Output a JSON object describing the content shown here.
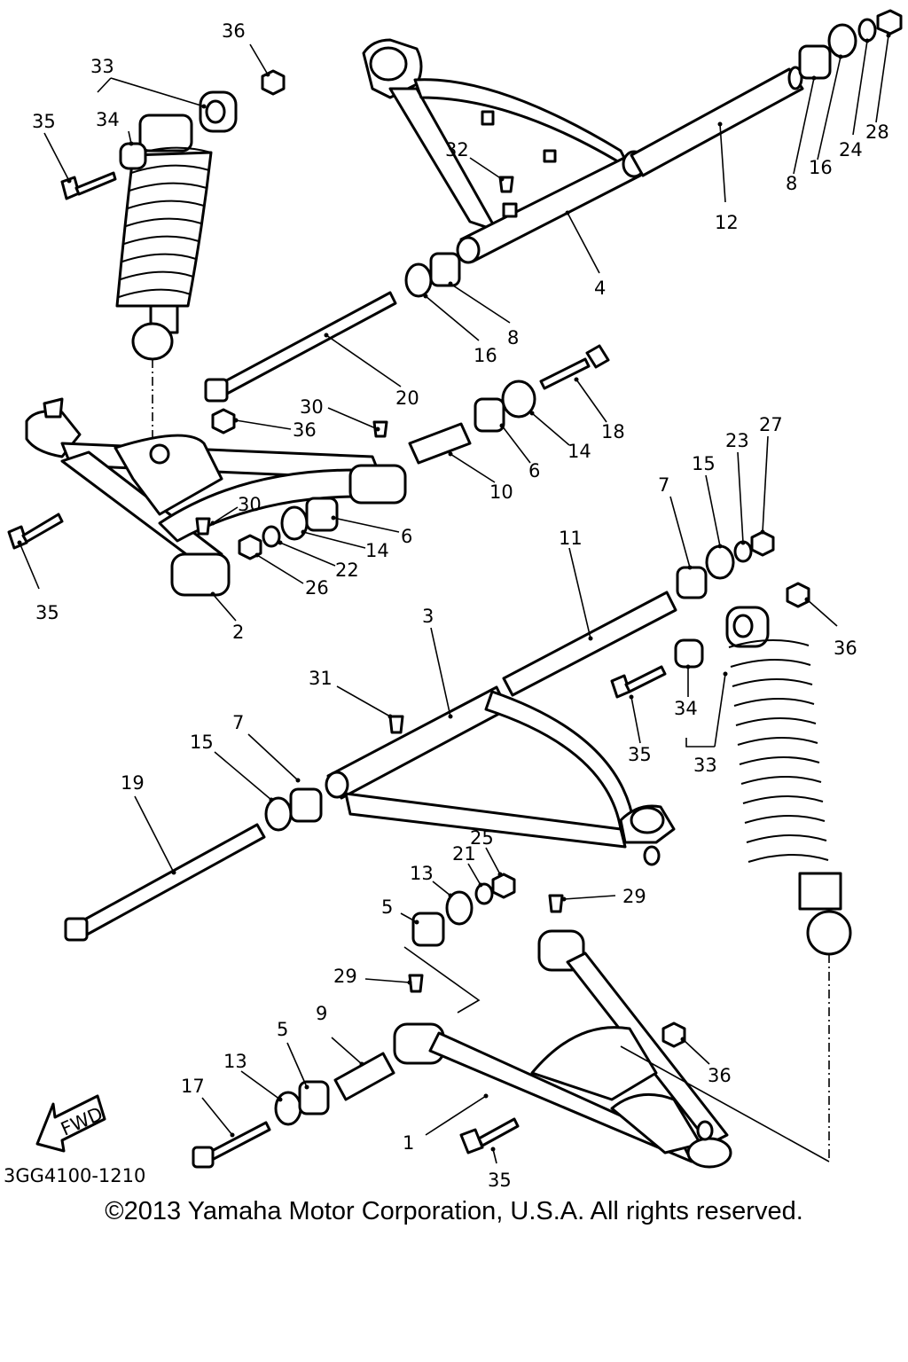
{
  "diagram": {
    "drawing_code": "3GG4100-1210",
    "direction_label": "FWD",
    "callouts": [
      {
        "id": "c36a",
        "label": "36"
      },
      {
        "id": "c33a",
        "label": "33"
      },
      {
        "id": "c34a",
        "label": "34"
      },
      {
        "id": "c35a",
        "label": "35"
      },
      {
        "id": "c32",
        "label": "32"
      },
      {
        "id": "c8a",
        "label": "8"
      },
      {
        "id": "c16a",
        "label": "16"
      },
      {
        "id": "c24",
        "label": "24"
      },
      {
        "id": "c28",
        "label": "28"
      },
      {
        "id": "c12",
        "label": "12"
      },
      {
        "id": "c4",
        "label": "4"
      },
      {
        "id": "c16b",
        "label": "16"
      },
      {
        "id": "c8b",
        "label": "8"
      },
      {
        "id": "c20",
        "label": "20"
      },
      {
        "id": "c30a",
        "label": "30"
      },
      {
        "id": "c36b",
        "label": "36"
      },
      {
        "id": "c18",
        "label": "18"
      },
      {
        "id": "c14a",
        "label": "14"
      },
      {
        "id": "c6a",
        "label": "6"
      },
      {
        "id": "c10",
        "label": "10"
      },
      {
        "id": "c30b",
        "label": "30"
      },
      {
        "id": "c6b",
        "label": "6"
      },
      {
        "id": "c14b",
        "label": "14"
      },
      {
        "id": "c22",
        "label": "22"
      },
      {
        "id": "c26",
        "label": "26"
      },
      {
        "id": "c35b",
        "label": "35"
      },
      {
        "id": "c2",
        "label": "2"
      },
      {
        "id": "c27",
        "label": "27"
      },
      {
        "id": "c23",
        "label": "23"
      },
      {
        "id": "c15a",
        "label": "15"
      },
      {
        "id": "c7a",
        "label": "7"
      },
      {
        "id": "c11",
        "label": "11"
      },
      {
        "id": "c3",
        "label": "3"
      },
      {
        "id": "c36c",
        "label": "36"
      },
      {
        "id": "c31",
        "label": "31"
      },
      {
        "id": "c34b",
        "label": "34"
      },
      {
        "id": "c35c",
        "label": "35"
      },
      {
        "id": "c33b",
        "label": "33"
      },
      {
        "id": "c15b",
        "label": "15"
      },
      {
        "id": "c7b",
        "label": "7"
      },
      {
        "id": "c19",
        "label": "19"
      },
      {
        "id": "c25",
        "label": "25"
      },
      {
        "id": "c21",
        "label": "21"
      },
      {
        "id": "c13a",
        "label": "13"
      },
      {
        "id": "c5a",
        "label": "5"
      },
      {
        "id": "c29a",
        "label": "29"
      },
      {
        "id": "c29b",
        "label": "29"
      },
      {
        "id": "c9",
        "label": "9"
      },
      {
        "id": "c5b",
        "label": "5"
      },
      {
        "id": "c13b",
        "label": "13"
      },
      {
        "id": "c17",
        "label": "17"
      },
      {
        "id": "c36d",
        "label": "36"
      },
      {
        "id": "c1",
        "label": "1"
      },
      {
        "id": "c35d",
        "label": "35"
      }
    ]
  },
  "copyright": "©2013 Yamaha Motor Corporation, U.S.A. All rights reserved."
}
